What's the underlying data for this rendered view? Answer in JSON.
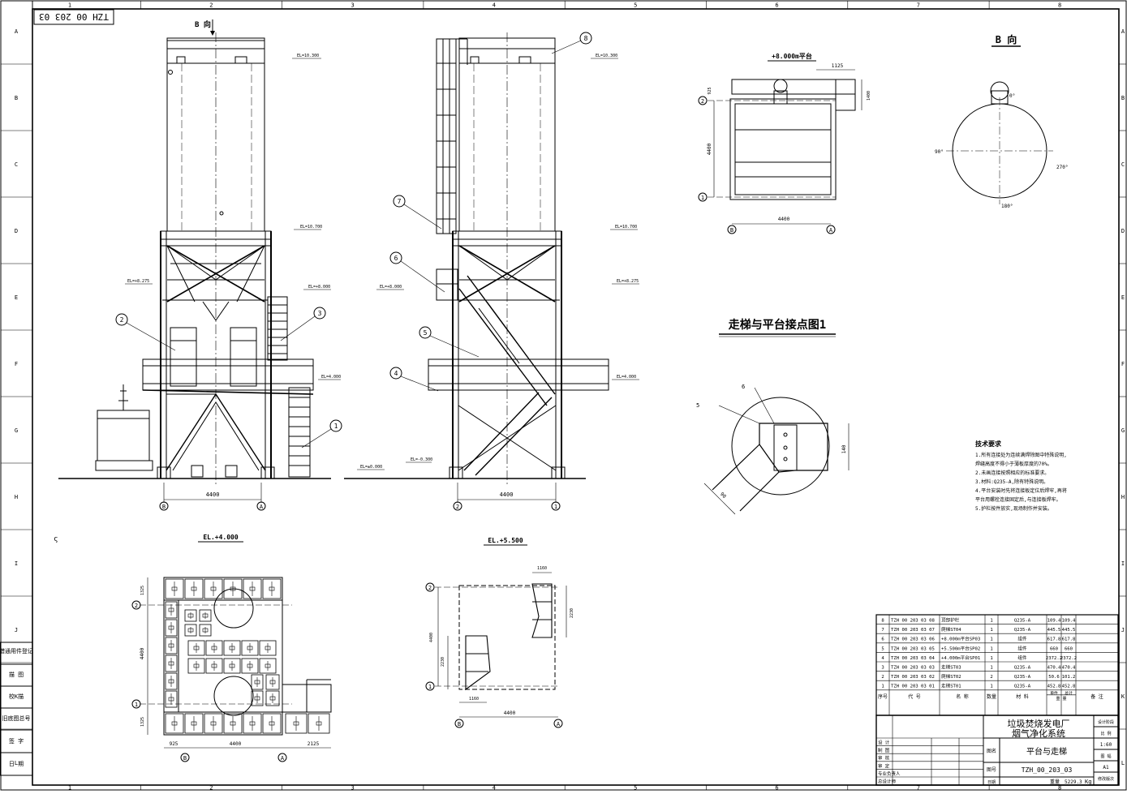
{
  "drawing_id_box": "TZH 00 203 03",
  "grid": {
    "columns": [
      "1",
      "2",
      "3",
      "4",
      "5",
      "6",
      "7",
      "8"
    ],
    "rows": [
      "A",
      "B",
      "C",
      "D",
      "E",
      "F",
      "G",
      "H",
      "I",
      "J",
      "K",
      "L"
    ]
  },
  "front_view": {
    "title": "B 向",
    "elevations": [
      "EL=10.300",
      "EL=10.700",
      "EL=+8.275",
      "EL=+8.000",
      "EL=4.000"
    ],
    "dim_4400": "4400",
    "axis_left": "B",
    "axis_right": "A",
    "callouts": [
      "1",
      "2",
      "3"
    ]
  },
  "side_view": {
    "elevations": [
      "EL=10.300",
      "EL=10.700",
      "EL=+8.000",
      "EL=+8.275",
      "EL=4.000",
      "EL=±0.000",
      "EL=-0.300"
    ],
    "dim_4400": "4400",
    "axis_left": "2",
    "axis_right": "1",
    "callouts": [
      "8",
      "7",
      "6",
      "5",
      "4"
    ]
  },
  "platform_800": {
    "title": "+8.000m平台",
    "dim_1125": "1125",
    "dim_925": "925",
    "dim_1400": "1400",
    "dim_4400_v": "4400",
    "dim_4400_h": "4400",
    "axis_2": "2",
    "axis_1": "1",
    "axis_b": "B",
    "axis_a": "A"
  },
  "b_view": {
    "title": "B 向",
    "angle_0": "0°",
    "angle_90": "90°",
    "angle_270": "270°",
    "angle_180": "180°"
  },
  "node_detail": {
    "title": "走梯与平台接点图1",
    "label_6": "6",
    "label_5": "5",
    "dim_140": "140",
    "dim_90": "90"
  },
  "tech_notes": {
    "title": "技术要求",
    "lines": [
      "1.所有连接处为连续满焊除图中特殊说明,",
      "  焊缝高度不得小于薄板厚度的70%。",
      "2.未画连接按照相应的标准要求。",
      "3.材料:Q235-A,除有特殊说明。",
      "4.平台安装时先将连接板定位后焊牢,再将",
      "  平台用螺栓连接固定后,与连接板焊牢。",
      "5.护栏按件放实,现场制作并安装。"
    ]
  },
  "plan_400": {
    "title": "EL.+4.000",
    "dim_1325_top": "1325",
    "dim_4400": "4400",
    "dim_1325_bot": "1325",
    "dim_925": "925",
    "dim_4400_h": "4400",
    "dim_2125": "2125",
    "axis_2": "2",
    "axis_1": "1",
    "axis_b": "B",
    "axis_a": "A"
  },
  "plan_550": {
    "title": "EL.+5.500",
    "dim_1160_top": "1160",
    "dim_2230_r": "2230",
    "dim_4400_l": "4400",
    "dim_2230_l": "2230",
    "dim_1160_bot": "1160",
    "dim_4400_h": "4400",
    "axis_2": "2",
    "axis_1": "1",
    "axis_b": "B",
    "axis_a": "A"
  },
  "left_strip": [
    "借通用件登记",
    "描 图",
    "校 描",
    "旧底图总号",
    "签 字",
    "日 期"
  ],
  "bom": {
    "rows": [
      {
        "no": "8",
        "code": "TZH 00 203 03 08",
        "name": "顶部护栏",
        "qty": "1",
        "mat": "Q235-A",
        "unit": "109.4",
        "total": "109.4",
        "note": ""
      },
      {
        "no": "7",
        "code": "TZH 00 203 03 07",
        "name": "爬梯ST04",
        "qty": "1",
        "mat": "Q235-A",
        "unit": "445.5",
        "total": "445.5",
        "note": ""
      },
      {
        "no": "6",
        "code": "TZH 00 203 03 06",
        "name": "+8.000m平台SP03",
        "qty": "1",
        "mat": "组件",
        "unit": "617.8",
        "total": "617.8",
        "note": ""
      },
      {
        "no": "5",
        "code": "TZH 00 203 03 05",
        "name": "+5.500m平台SP02",
        "qty": "1",
        "mat": "组件",
        "unit": "660",
        "total": "660",
        "note": ""
      },
      {
        "no": "4",
        "code": "TZH 00 203 03 04",
        "name": "+4.000m平台SP01",
        "qty": "1",
        "mat": "组件",
        "unit": "2372.2",
        "total": "2372.2",
        "note": ""
      },
      {
        "no": "3",
        "code": "TZH 00 203 03 03",
        "name": "走梯ST03",
        "qty": "1",
        "mat": "Q235-A",
        "unit": "470.4",
        "total": "470.4",
        "note": ""
      },
      {
        "no": "2",
        "code": "TZH 00 203 03 02",
        "name": "爬梯ST02",
        "qty": "2",
        "mat": "Q235-A",
        "unit": "50.6",
        "total": "101.2",
        "note": ""
      },
      {
        "no": "1",
        "code": "TZH 00 203 03 01",
        "name": "走梯ST01",
        "qty": "1",
        "mat": "Q235-A",
        "unit": "452.8",
        "total": "452.8",
        "note": ""
      }
    ],
    "header": {
      "no": "序号",
      "code": "代 号",
      "name": "名 称",
      "qty": "数量",
      "mat": "材 料",
      "unit": "单件",
      "total": "总计",
      "weight": "重 量",
      "note": "备 注"
    }
  },
  "title_block": {
    "project1": "垃圾焚烧发电厂",
    "project2": "烟气净化系统",
    "drawing_name": "平台与走梯",
    "drawing_no_label": "图号",
    "drawing_no": "TZH_00_203_03",
    "name_label": "图名",
    "stage": "设计阶段",
    "scale_label": "比 例",
    "scale": "1:60",
    "sheet_label": "图 幅",
    "sheet": "A1",
    "revision": "修改版次",
    "weight_label": "重量",
    "weight": "5229.3",
    "weight_unit": "Kg",
    "date_label": "日期",
    "roles": [
      "设 计",
      "制 图",
      "审 核",
      "审 定",
      "专业负责人",
      "总设计师"
    ]
  }
}
